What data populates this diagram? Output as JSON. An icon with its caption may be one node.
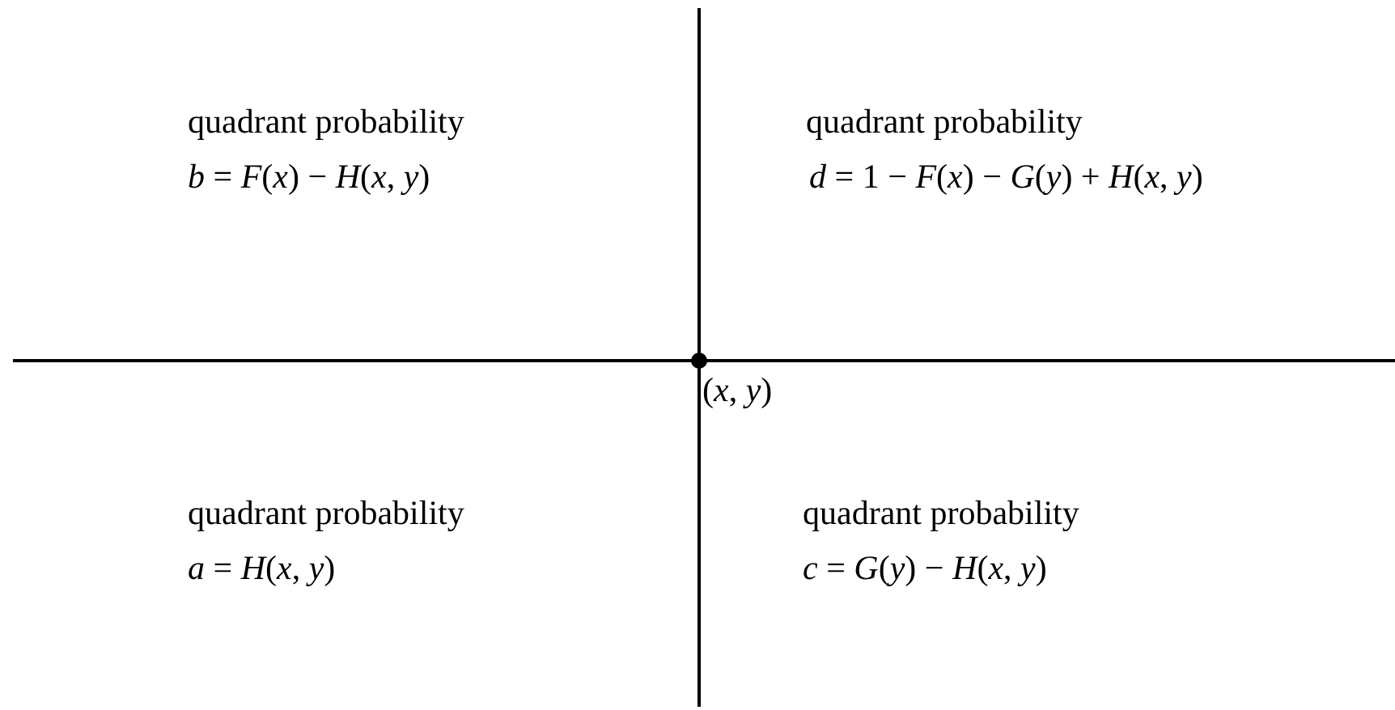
{
  "diagram": {
    "labels": [
      "quadrant probability",
      "*b* = *F*(*x*) − *H*(*x*, *y*)",
      "quadrant probability",
      "*d* = 1 − *F*(*x*) − *G*(*y*) + *H*(*x*, *y*)",
      "(*x*, *y*)",
      "quadrant probability",
      "*a* = *H*(*x*, *y*)",
      "quadrant probability",
      "*c* = *G*(*y*) − *H*(*x*, *y*)"
    ]
  }
}
